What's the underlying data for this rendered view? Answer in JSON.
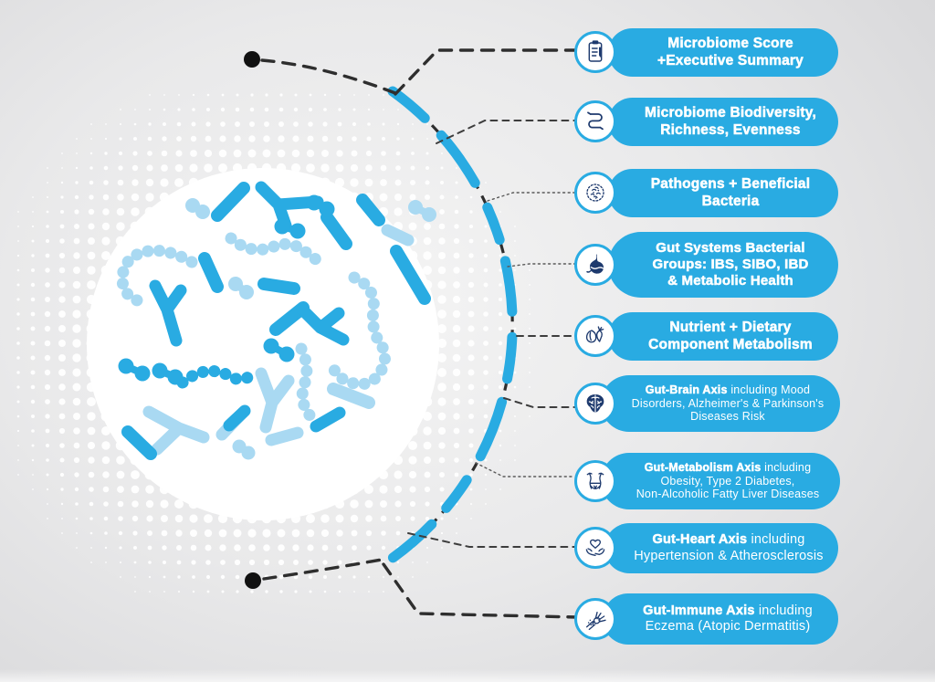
{
  "figure": {
    "name": "gut-microbiome-report-sections-infographic"
  },
  "colors": {
    "accent_blue": "#29ABE2",
    "light_blue": "#A9D9F2",
    "navy": "#1E3A6E",
    "connector_dark": "#2E2E2E",
    "connector_mid": "#3D3D3D",
    "connector_fine": "#5A5A5A",
    "dot_black": "#111111",
    "white": "#FFFFFF"
  },
  "illustration": {
    "name": "bacteria-circle-with-halftone",
    "elements": [
      "rod-bacteria",
      "cocci-chain-bacteria",
      "branching-bacteria",
      "dumbbell-bacteria"
    ]
  },
  "labels": [
    {
      "icon": "clipboard-checklist-icon",
      "lines": [
        [
          {
            "t": "Microbiome Score",
            "b": true
          }
        ],
        [
          {
            "t": "+Executive Summary",
            "b": true
          }
        ]
      ]
    },
    {
      "icon": "intestines-icon",
      "lines": [
        [
          {
            "t": "Microbiome Biodiversity,",
            "b": true
          }
        ],
        [
          {
            "t": "Richness, Evenness",
            "b": true
          }
        ]
      ]
    },
    {
      "icon": "bacteria-cluster-icon",
      "lines": [
        [
          {
            "t": "Pathogens + Beneficial",
            "b": true
          }
        ],
        [
          {
            "t": "Bacteria",
            "b": true
          }
        ]
      ]
    },
    {
      "icon": "stomach-icon",
      "lines": [
        [
          {
            "t": "Gut Systems Bacterial",
            "b": true
          }
        ],
        [
          {
            "t": "Groups: IBS, SIBO, IBD",
            "b": true
          }
        ],
        [
          {
            "t": "& Metabolic Health",
            "b": true
          }
        ]
      ]
    },
    {
      "icon": "vegetables-icon",
      "lines": [
        [
          {
            "t": "Nutrient + Dietary",
            "b": true
          }
        ],
        [
          {
            "t": "Component Metabolism",
            "b": true
          }
        ]
      ]
    },
    {
      "icon": "brain-icon",
      "lines": [
        [
          {
            "t": "Gut-Brain Axis",
            "b": true
          },
          {
            "t": " including Mood",
            "b": false
          }
        ],
        [
          {
            "t": "Disorders, Alzheimer's & Parkinson's",
            "b": false
          }
        ],
        [
          {
            "t": "Diseases Risk",
            "b": false
          }
        ]
      ]
    },
    {
      "icon": "body-waist-icon",
      "lines": [
        [
          {
            "t": "Gut-Metabolism Axis",
            "b": true
          },
          {
            "t": " including",
            "b": false
          }
        ],
        [
          {
            "t": "Obesity, Type 2 Diabetes,",
            "b": false
          }
        ],
        [
          {
            "t": "Non-Alcoholic Fatty Liver Diseases",
            "b": false
          }
        ]
      ]
    },
    {
      "icon": "hands-heart-icon",
      "lines": [
        [
          {
            "t": "Gut-Heart Axis",
            "b": true
          },
          {
            "t": " including",
            "b": false
          }
        ],
        [
          {
            "t": "Hypertension & Atherosclerosis",
            "b": false
          }
        ]
      ]
    },
    {
      "icon": "arm-dermatitis-icon",
      "lines": [
        [
          {
            "t": "Gut-Immune Axis",
            "b": true
          },
          {
            "t": " including",
            "b": false
          }
        ],
        [
          {
            "t": "Eczema (Atopic Dermatitis)",
            "b": false
          }
        ]
      ]
    }
  ]
}
